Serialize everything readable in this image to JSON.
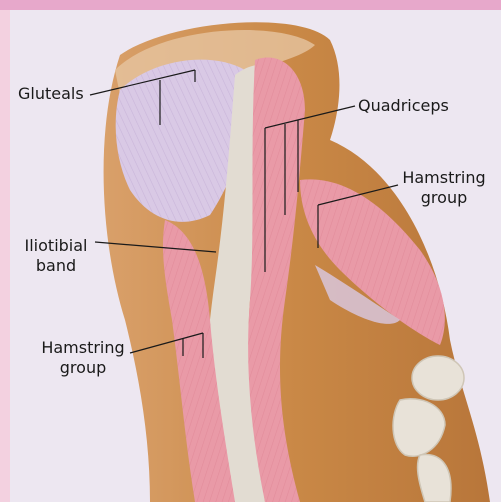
{
  "labels": {
    "gluteals": "Gluteals",
    "quadriceps": "Quadriceps",
    "hamstring_right_line1": "Hamstring",
    "hamstring_right_line2": "group",
    "iliotibial_line1": "Iliotibial",
    "iliotibial_line2": "band",
    "hamstring_left_line1": "Hamstring",
    "hamstring_left_line2": "group"
  },
  "colors": {
    "background": "#ede7f1",
    "top_bar": "#e7a8cb",
    "left_band": "#f3d1e0",
    "skin": "#c98846",
    "muscle": "#e99aa7",
    "tendon": "#e2dcd2",
    "lavender_muscle": "#d9c9e5",
    "leader_line": "#1a1a1a"
  }
}
